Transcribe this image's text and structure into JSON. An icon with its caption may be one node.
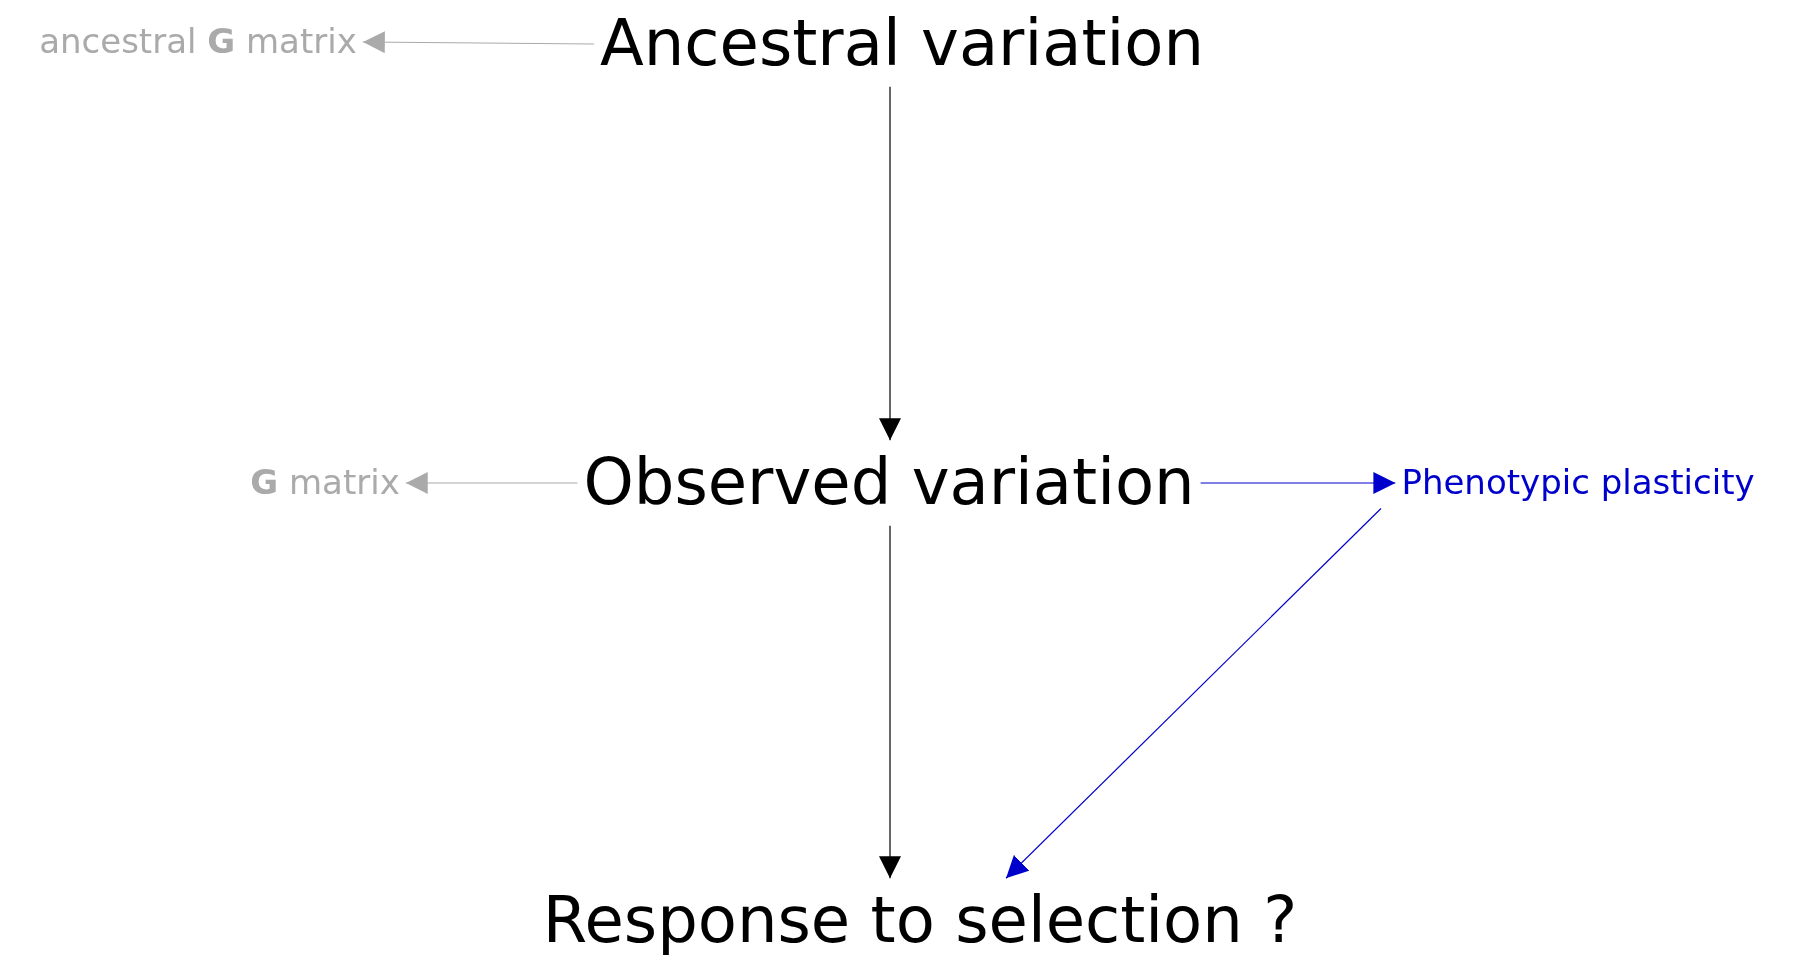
{
  "diagram": {
    "nodes": [
      {
        "text": [
          "ancestral **G** matrix"
        ]
      },
      {
        "text": [
          "Ancestral variation"
        ]
      },
      {
        "text": [
          "**G** matrix"
        ]
      },
      {
        "text": [
          "Observed variation"
        ]
      },
      {
        "text": [
          "Phenotypic plasticity"
        ]
      },
      {
        "text": [
          "Response to selection ?"
        ]
      }
    ],
    "edges": [
      {
        "from": 1,
        "to": 0,
        "arrow": "to",
        "color": "#aaaaaa"
      },
      {
        "from": 1,
        "to": 3,
        "arrow": "to",
        "color": "#000000"
      },
      {
        "from": 3,
        "to": 2,
        "arrow": "to",
        "color": "#aaaaaa"
      },
      {
        "from": 3,
        "to": 4,
        "arrow": "to",
        "color": "#0000cc"
      },
      {
        "from": 3,
        "to": 5,
        "arrow": "to",
        "color": "#000000"
      },
      {
        "from": 4,
        "to": 5,
        "arrow": "to",
        "color": "#0000cc"
      }
    ]
  }
}
